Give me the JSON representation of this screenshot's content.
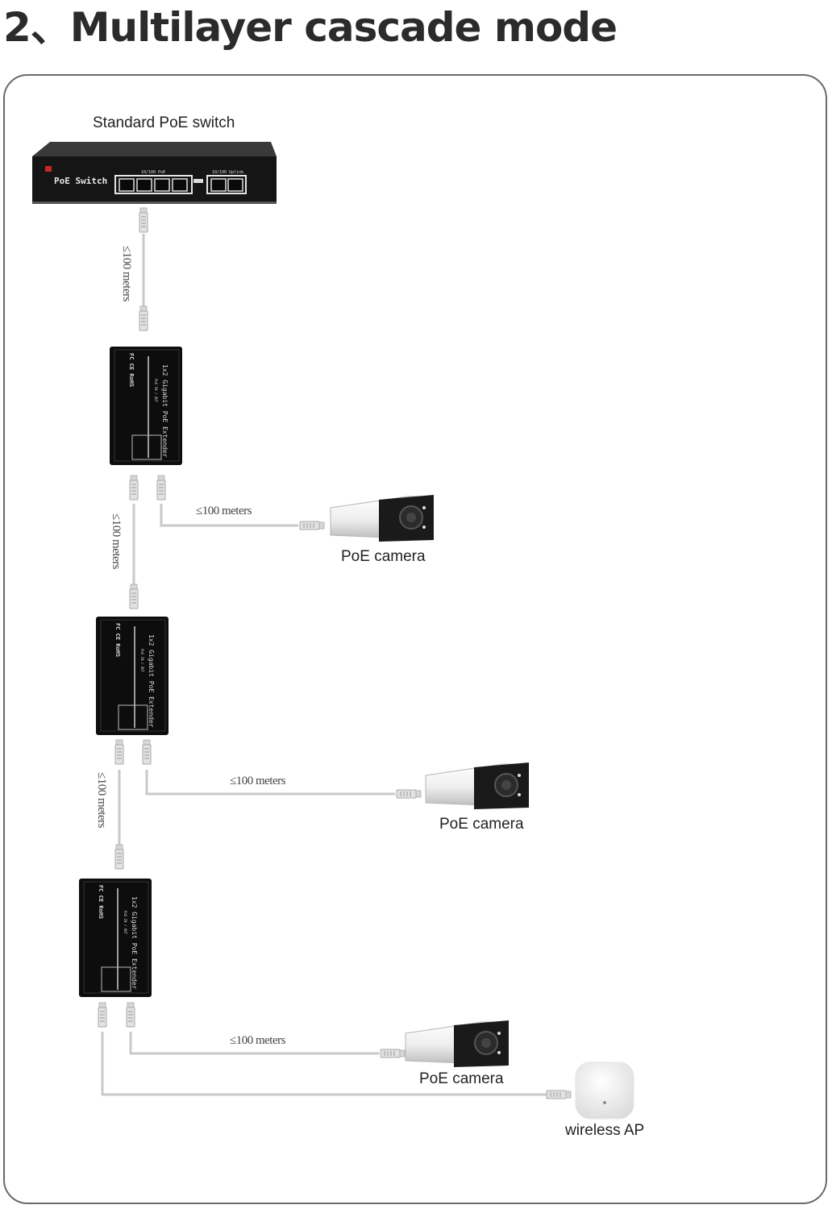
{
  "heading": "2、Multilayer cascade mode",
  "switch": {
    "label": "Standard PoE switch",
    "brand_text": "PoE Switch",
    "port_group_label": "10/100 PoE",
    "uplink_label": "10/100 Uplink"
  },
  "extender": {
    "product_text": "1x2 Gigabit PoE Extender",
    "cert_text": "FC CE RoHS",
    "ports_text": "PoE IN / OUT"
  },
  "distances": {
    "switch_to_extender1": "≤100 meters",
    "extender1_to_extender2": "≤100 meters",
    "extender2_to_extender3": "≤100 meters",
    "extender1_to_camera1": "≤100 meters",
    "extender2_to_camera2": "≤100 meters",
    "extender3_to_camera3": "≤100 meters"
  },
  "devices": {
    "camera1_label": "PoE camera",
    "camera2_label": "PoE camera",
    "camera3_label": "PoE camera",
    "ap_label": "wireless AP"
  },
  "colors": {
    "cable": "#c9c9c9",
    "device_body": "#0d0d0d",
    "frame": "#6a6a6a"
  }
}
